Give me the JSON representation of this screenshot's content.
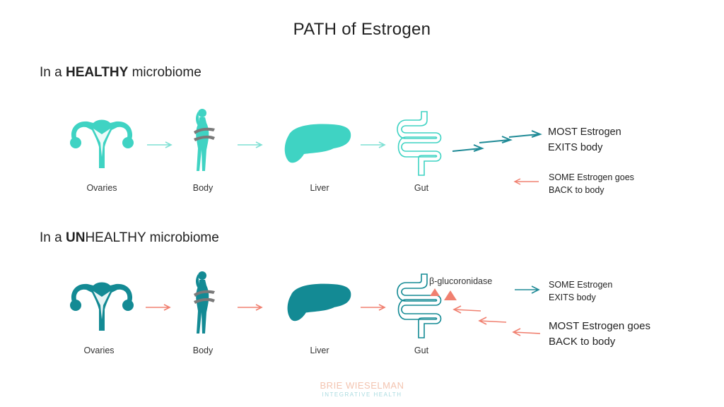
{
  "title": "PATH of Estrogen",
  "colors": {
    "healthy_teal": "#3fd3c3",
    "unhealthy_teal": "#138a94",
    "salmon": "#f08070",
    "dark_arrow": "#1f8a96",
    "band_gray": "#7a7a7a"
  },
  "healthy": {
    "heading_prefix": "In a ",
    "heading_bold": "HEALTHY",
    "heading_suffix": " microbiome",
    "stages": [
      {
        "label": "Ovaries",
        "icon": "uterus-icon"
      },
      {
        "label": "Body",
        "icon": "body-icon"
      },
      {
        "label": "Liver",
        "icon": "liver-icon"
      },
      {
        "label": "Gut",
        "icon": "intestine-icon"
      }
    ],
    "outcome_exit": {
      "line1": "MOST Estrogen",
      "line2": "EXITS body"
    },
    "outcome_back": {
      "line1": "SOME Estrogen goes",
      "line2": "BACK to body"
    }
  },
  "unhealthy": {
    "heading_prefix": "In a ",
    "heading_bold": "UN",
    "heading_suffix": "HEALTHY microbiome",
    "stages": [
      {
        "label": "Ovaries",
        "icon": "uterus-icon"
      },
      {
        "label": "Body",
        "icon": "body-icon"
      },
      {
        "label": "Liver",
        "icon": "liver-icon"
      },
      {
        "label": "Gut",
        "icon": "intestine-icon"
      }
    ],
    "enzyme_label": "β-glucoronidase",
    "outcome_exit": {
      "line1": "SOME Estrogen",
      "line2": "EXITS body"
    },
    "outcome_back": {
      "line1": "MOST Estrogen goes",
      "line2": "BACK to body"
    }
  },
  "branding": {
    "name": "BRIE WIESELMAN",
    "tagline": "INTEGRATIVE HEALTH"
  }
}
